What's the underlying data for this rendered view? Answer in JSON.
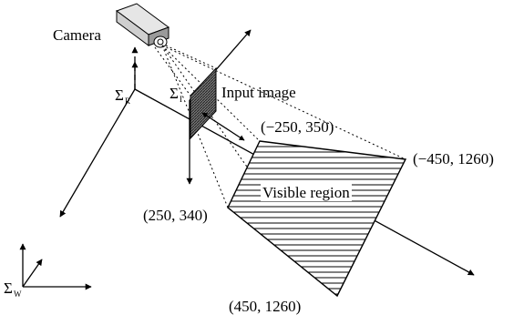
{
  "diagram": {
    "labels": {
      "camera": "Camera",
      "input_image": "Input image",
      "visible_region": "Visible region",
      "sigma_r": "Σ",
      "sigma_r_sub": "R",
      "sigma_i": "Σ",
      "sigma_i_sub": "I",
      "sigma_w": "Σ",
      "sigma_w_sub": "W"
    },
    "corners": {
      "top_left": "(−250, 350)",
      "top_right": "(−450, 1260)",
      "bottom_left": "(250, 340)",
      "bottom_right": "(450, 1260)"
    },
    "colors": {
      "line": "#000000",
      "background": "#ffffff"
    }
  }
}
